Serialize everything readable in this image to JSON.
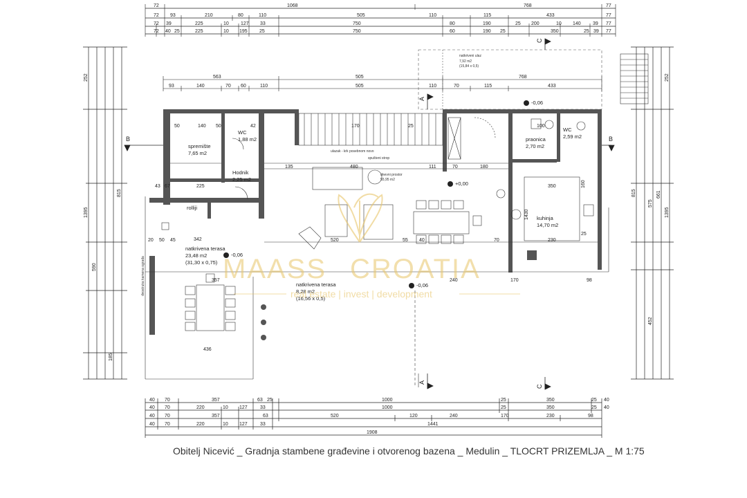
{
  "caption": "Obitelj Nicević _ Gradnja stambene građevine i otvorenog bazena _ Medulin _ TLOCRT PRIZEMLJA _ M 1:75",
  "watermark": {
    "brand_left": "MAASS",
    "brand_right": "CROATIA",
    "tagline": "real estate | invest | development"
  },
  "rooms": {
    "spremiste": {
      "name": "spremište",
      "area": "7,65 m2"
    },
    "wc_left": {
      "name": "WC",
      "area": "1,88 m2"
    },
    "hodnik": {
      "name": "Hodnik",
      "area": "2,25 m2"
    },
    "roliji": {
      "name": "rolliji"
    },
    "terasa_left": {
      "name": "natkrivena terasa",
      "area": "23,48 m2",
      "note": "(31,30 x 0,75)"
    },
    "terasa_mid": {
      "name": "natkrivena terasa",
      "area": "8,28 m2",
      "note": "(16,56 x 0,5)"
    },
    "dnevni": {
      "name": "dnevni prostor",
      "area": "55,95 m2"
    },
    "praonica": {
      "name": "praonica",
      "area": "2,70 m2"
    },
    "wc_right": {
      "name": "WC",
      "area": "2,59 m2"
    },
    "kuhinja": {
      "name": "kuhinja",
      "area": "14,70 m2"
    },
    "natkriveni_ulaz": {
      "name": "natkriveni ulaz",
      "area": "7,92 m2",
      "note": "(15,84 x 0,5)"
    },
    "spusteni_strop": {
      "name": "spušteni strop"
    },
    "stair_note": {
      "name": "ulazak - krk posebnom novo"
    },
    "fence_note": {
      "name": "dvostruka kamena ograda"
    }
  },
  "levels": {
    "main": "+0,00",
    "terrace_left": "-0,06",
    "terrace_mid": "-0,06",
    "entry": "-0,06"
  },
  "sections": {
    "a": "A",
    "b": "B",
    "c": "C"
  },
  "top_dims": {
    "row0": [
      "72",
      "1068",
      "768",
      "77"
    ],
    "row1": [
      "72",
      "93",
      "210",
      "80",
      "110",
      "505",
      "110",
      "115",
      "433",
      "77"
    ],
    "row2": [
      "72",
      "39",
      "225",
      "10",
      "127",
      "33",
      "750",
      "80",
      "190",
      "25",
      "200",
      "10",
      "140",
      "39",
      "77"
    ],
    "row3": [
      "72",
      "40",
      "25",
      "225",
      "10",
      "195",
      "25",
      "750",
      "60",
      "190",
      "25",
      "350",
      "25",
      "39",
      "77"
    ]
  },
  "inner_top_dims": {
    "row_a": [
      "563",
      "505",
      "768"
    ],
    "row_b": [
      "93",
      "140",
      "70",
      "60",
      "110",
      "505",
      "110",
      "70",
      "115",
      "433"
    ]
  },
  "bottom_dims": {
    "row0": [
      "40",
      "70",
      "357",
      "63",
      "25",
      "1000",
      "25",
      "350",
      "25",
      "40"
    ],
    "row1": [
      "40",
      "70",
      "220",
      "10",
      "127",
      "33",
      "1000",
      "25",
      "350",
      "25",
      "40"
    ],
    "row2": [
      "40",
      "70",
      "357",
      "63",
      "520",
      "120",
      "240",
      "170",
      "230",
      "98"
    ],
    "row3": [
      "40",
      "70",
      "220",
      "10",
      "127",
      "33",
      "1441"
    ],
    "row4": [
      "1908"
    ]
  },
  "left_vdims": {
    "a": "252",
    "b": "1395",
    "c": "590",
    "d": "815",
    "e": "185"
  },
  "right_vdims": {
    "a": "252",
    "b": "661",
    "c": "1395",
    "d": "815",
    "e": "452",
    "f": "575"
  },
  "interior_dims": [
    "50",
    "140",
    "50",
    "42",
    "170",
    "135",
    "480",
    "25",
    "100",
    "111",
    "70",
    "180",
    "43",
    "67",
    "225",
    "342",
    "520",
    "55",
    "40",
    "70",
    "230",
    "25",
    "436",
    "357",
    "240",
    "170",
    "98",
    "350",
    "160",
    "1430",
    "20",
    "50",
    "45"
  ]
}
